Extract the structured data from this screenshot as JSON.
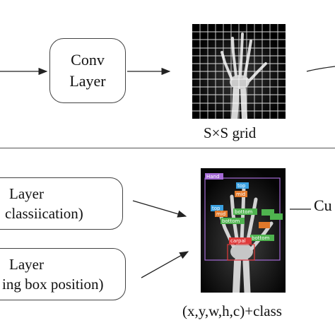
{
  "conv_box": {
    "line1": "Conv",
    "line2": "Layer"
  },
  "grid_caption": "S×S grid",
  "fc_box_1": {
    "line1": "Layer",
    "line2": "classiication)"
  },
  "fc_box_2": {
    "line1": "Layer",
    "line2": "ing box position)"
  },
  "output_caption": "(x,y,w,h,c)+class",
  "right_label": "Cu",
  "detection_labels": {
    "hand": "Hand",
    "top": "top",
    "mid": "mid",
    "bottom": "bottom",
    "carpal": "carpal"
  },
  "colors": {
    "hand": "#a56bd6",
    "top": "#3aa0e0",
    "mid": "#e0782a",
    "bottom": "#4fb34f",
    "carpal": "#e03a3a"
  }
}
